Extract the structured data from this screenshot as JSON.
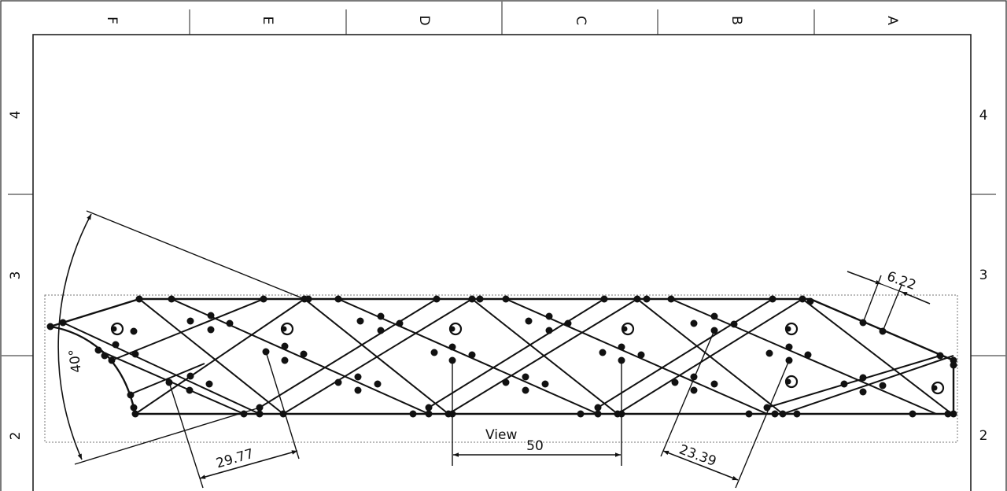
{
  "drawing": {
    "columns": [
      "F",
      "E",
      "D",
      "C",
      "B",
      "A"
    ],
    "rows_left": [
      "4",
      "3",
      "2"
    ],
    "rows_right": [
      "4",
      "3",
      "2"
    ],
    "view_label": "View",
    "dimensions": {
      "angle": "40°",
      "width_29": "29.77",
      "width_50": "50",
      "width_23": "23.39",
      "width_6": "6.22"
    },
    "colors": {
      "line": "#111111",
      "frame": "#222222",
      "view_box": "#777777",
      "background": "#ffffff"
    },
    "feature_icons": [
      "hole-icon"
    ]
  }
}
